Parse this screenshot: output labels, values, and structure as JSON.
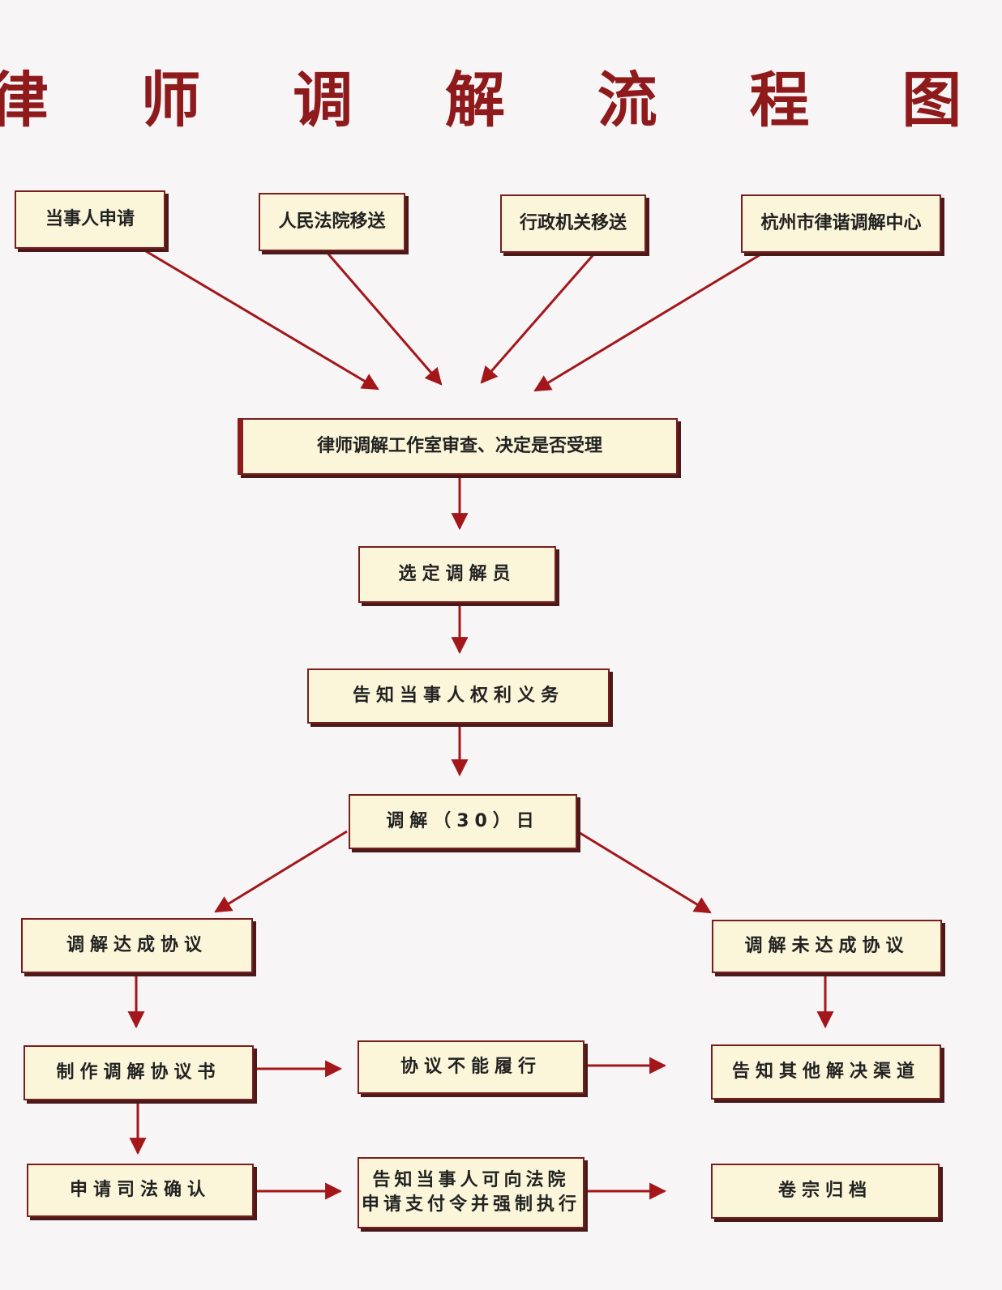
{
  "title": "律 师 调 解 流 程 图",
  "colors": {
    "accent": "#8e1a1c",
    "box_fill": "#fbf6d9",
    "border": "#7a1d1d"
  },
  "sources": {
    "party": "当事人申请",
    "court": "人民法院移送",
    "admin": "行政机关移送",
    "center": "杭州市律谐调解中心"
  },
  "steps": {
    "review": "律师调解工作室审查、决定是否受理",
    "select": "选定调解员",
    "inform": "告知当事人权利义务",
    "mediate": "调解（30）日"
  },
  "success": {
    "reached": "调解达成协议",
    "make_agreement": "制作调解协议书",
    "judicial": "申请司法确认"
  },
  "failure": {
    "not_reached": "调解未达成协议",
    "other_channels": "告知其他解决渠道",
    "archive": "卷宗归档"
  },
  "middle": {
    "cannot_perform": "协议不能履行",
    "payment_order_line1": "告知当事人可向法院",
    "payment_order_line2": "申请支付令并强制执行"
  }
}
